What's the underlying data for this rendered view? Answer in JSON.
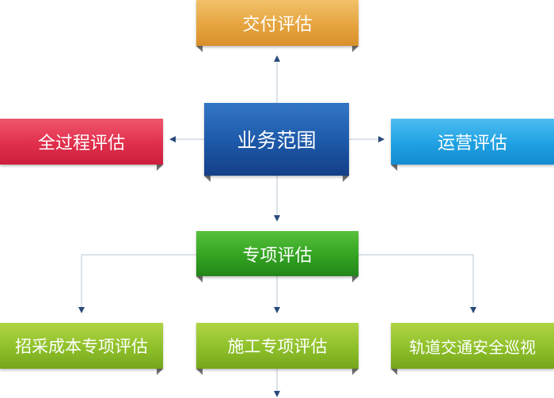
{
  "diagram": {
    "center": "业务范围",
    "top": "交付评估",
    "left": "全过程评估",
    "right": "运营评估",
    "middle": "专项评估",
    "bottom_left": "招采成本专项评估",
    "bottom_middle": "施工专项评估",
    "bottom_right": "轨道交通安全巡视"
  },
  "colors": {
    "top": "#e6a43f",
    "left": "#e02f4c",
    "center": "#1c58a8",
    "right": "#1fa1e3",
    "middle": "#33a321",
    "bottom": "#8ec02a",
    "connector": "#b8c4d4",
    "arrowhead": "#2a4a7a"
  }
}
